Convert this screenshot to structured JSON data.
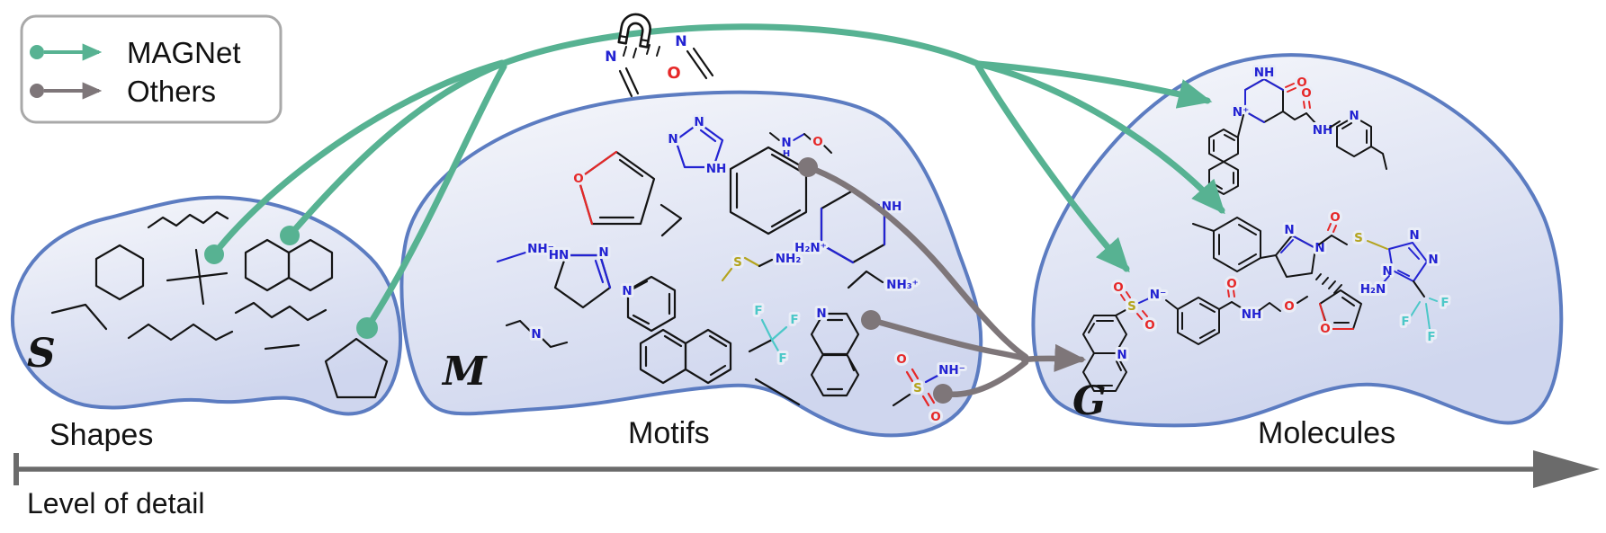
{
  "legend": {
    "items": [
      {
        "label": "MAGNet",
        "color": "#57b292"
      },
      {
        "label": "Others",
        "color": "#7e7679"
      }
    ]
  },
  "sets": [
    {
      "symbol": "S",
      "label": "Shapes"
    },
    {
      "symbol": "M",
      "label": "Motifs"
    },
    {
      "symbol": "G",
      "label": "Molecules"
    }
  ],
  "axis": {
    "label": "Level of detail"
  },
  "atoms": {
    "N": "N",
    "O": "O",
    "S": "S",
    "F": "F",
    "H": "H",
    "NH": "NH",
    "HN": "HN",
    "NH2": "NH₂",
    "NH3p": "NH₃⁺",
    "H2Np": "H₂N⁺",
    "H2N": "H₂N",
    "NHm": "NH⁻",
    "Nm": "N⁻",
    "Np": "N⁺"
  },
  "colors": {
    "magnet_accent": "#57b292",
    "others_accent": "#7e7679",
    "blob_border": "#5c7cc1",
    "blob_fill_top": "#f6f7fb",
    "blob_fill_bottom": "#cfd6ee",
    "nitrogen": "#2323d2",
    "oxygen": "#e62828",
    "sulfur": "#b4a41e",
    "fluorine": "#4cc8c8",
    "bond": "#141414",
    "axis": "#6b6b6b"
  }
}
